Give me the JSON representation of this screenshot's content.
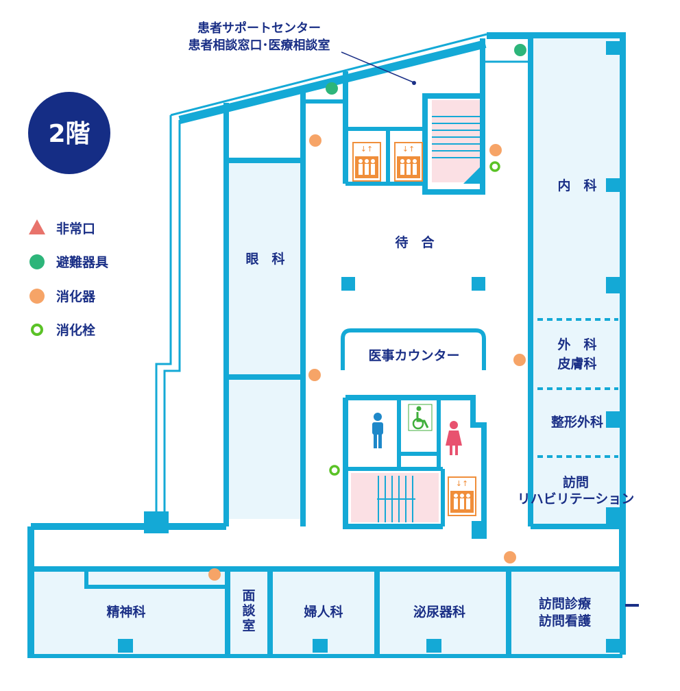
{
  "floor": {
    "label": "2階"
  },
  "colors": {
    "wall": "#14a9d6",
    "room_fill": "#e9f6fc",
    "corridor_fill": "#ffffff",
    "text": "#1a2f86",
    "emergency_exit": "#e8736b",
    "evacuation": "#2db57a",
    "extinguisher": "#f6a467",
    "hydrant": "#5ac226",
    "stair_pink": "#fbe0e4",
    "elevator": "#f08e3a",
    "toilet_male": "#1e88c9",
    "toilet_female": "#e8526f",
    "accessible": "#3fae3b"
  },
  "legend": [
    {
      "label": "非常口",
      "icon": "triangle-icon"
    },
    {
      "label": "避難器具",
      "icon": "green-dot-icon"
    },
    {
      "label": "消化器",
      "icon": "orange-dot-icon"
    },
    {
      "label": "消化栓",
      "icon": "green-ring-icon"
    }
  ],
  "callout": {
    "line1": "患者サポートセンター",
    "line2": "患者相談窓口･医療相談室"
  },
  "rooms": {
    "ophthalmology": "眼　科",
    "waiting": "待　合",
    "reception": "医事カウンター",
    "internal": "内　科",
    "surgery_l1": "外　科",
    "surgery_l2": "皮膚科",
    "orthopedics": "整形外科",
    "rehab_l1": "訪問",
    "rehab_l2": "リハビリテーション",
    "psychiatry": "精神科",
    "interview_1": "面",
    "interview_2": "談",
    "interview_3": "室",
    "gynecology": "婦人科",
    "urology": "泌尿器科",
    "home_l1": "訪問診療",
    "home_l2": "訪問看護"
  },
  "markers": {
    "evacuation_count": 2,
    "extinguisher_count": 6,
    "hydrant_count": 2
  }
}
